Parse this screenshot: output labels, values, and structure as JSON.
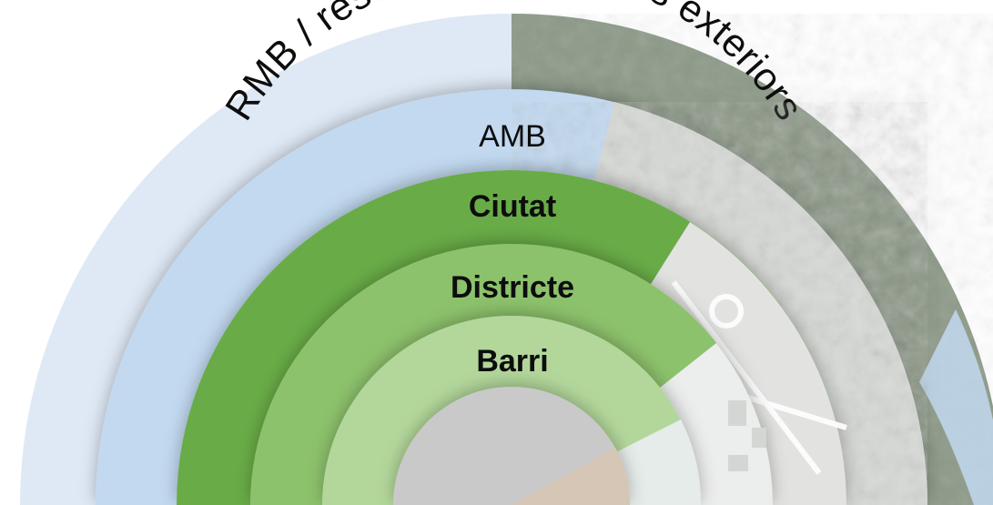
{
  "diagram": {
    "title": "",
    "rings": [
      {
        "id": "rmb",
        "label": "RMB / resta de connexions exteriors",
        "color": "#dfe9f5"
      },
      {
        "id": "amb",
        "label": "AMB",
        "color": "#c2d9f0"
      },
      {
        "id": "ciutat",
        "label": "Ciutat",
        "color": "#69ac46"
      },
      {
        "id": "districte",
        "label": "Districte",
        "color": "#8dc26c"
      },
      {
        "id": "barri",
        "label": "Barri",
        "color": "#b3d79b"
      }
    ],
    "center_color": "#c9c9c9",
    "map_colors": {
      "regional": "#8d9a88",
      "metro": "#d7d9d6",
      "city": "#e2e3e1",
      "district": "#eceded",
      "neighbourhood": "#d6c6b6"
    }
  }
}
